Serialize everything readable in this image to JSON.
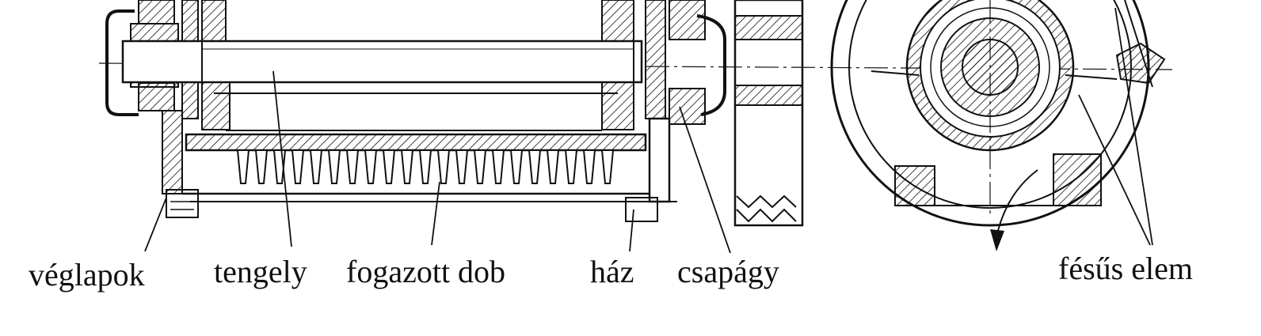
{
  "labels": {
    "veglapok": "véglapok",
    "tengely": "tengely",
    "fogazott_dob": "fogazott dob",
    "haz": "ház",
    "csapagy": "csapágy",
    "fesus_elem": "fésűs elem"
  },
  "colors": {
    "ink": "#111111",
    "background": "#ffffff"
  }
}
